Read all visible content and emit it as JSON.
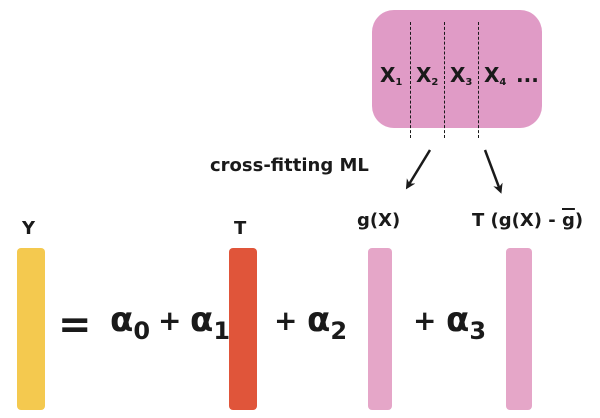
{
  "feature_box": {
    "variables": [
      {
        "base": "X",
        "sub": "1"
      },
      {
        "base": "X",
        "sub": "2"
      },
      {
        "base": "X",
        "sub": "3"
      },
      {
        "base": "X",
        "sub": "4"
      }
    ],
    "ellipsis": "...",
    "color": "#e09bc6"
  },
  "annotation": "cross-fitting ML",
  "labels": {
    "y": "Y",
    "t": "T",
    "gx": "g(X)",
    "interaction_prefix": "T (g(X) - ",
    "interaction_bar": "g",
    "interaction_suffix": ")"
  },
  "equation": {
    "equals": "=",
    "plus": "+",
    "coefficients": [
      {
        "base": "α",
        "sub": "0"
      },
      {
        "base": "α",
        "sub": "1"
      },
      {
        "base": "α",
        "sub": "2"
      },
      {
        "base": "α",
        "sub": "3"
      }
    ]
  },
  "colors": {
    "y_bar": "#f4c94f",
    "t_bar": "#e0553a",
    "g_bar": "#e5a6c8",
    "interaction_bar": "#e5a6c8",
    "text": "#1a1a1a"
  }
}
